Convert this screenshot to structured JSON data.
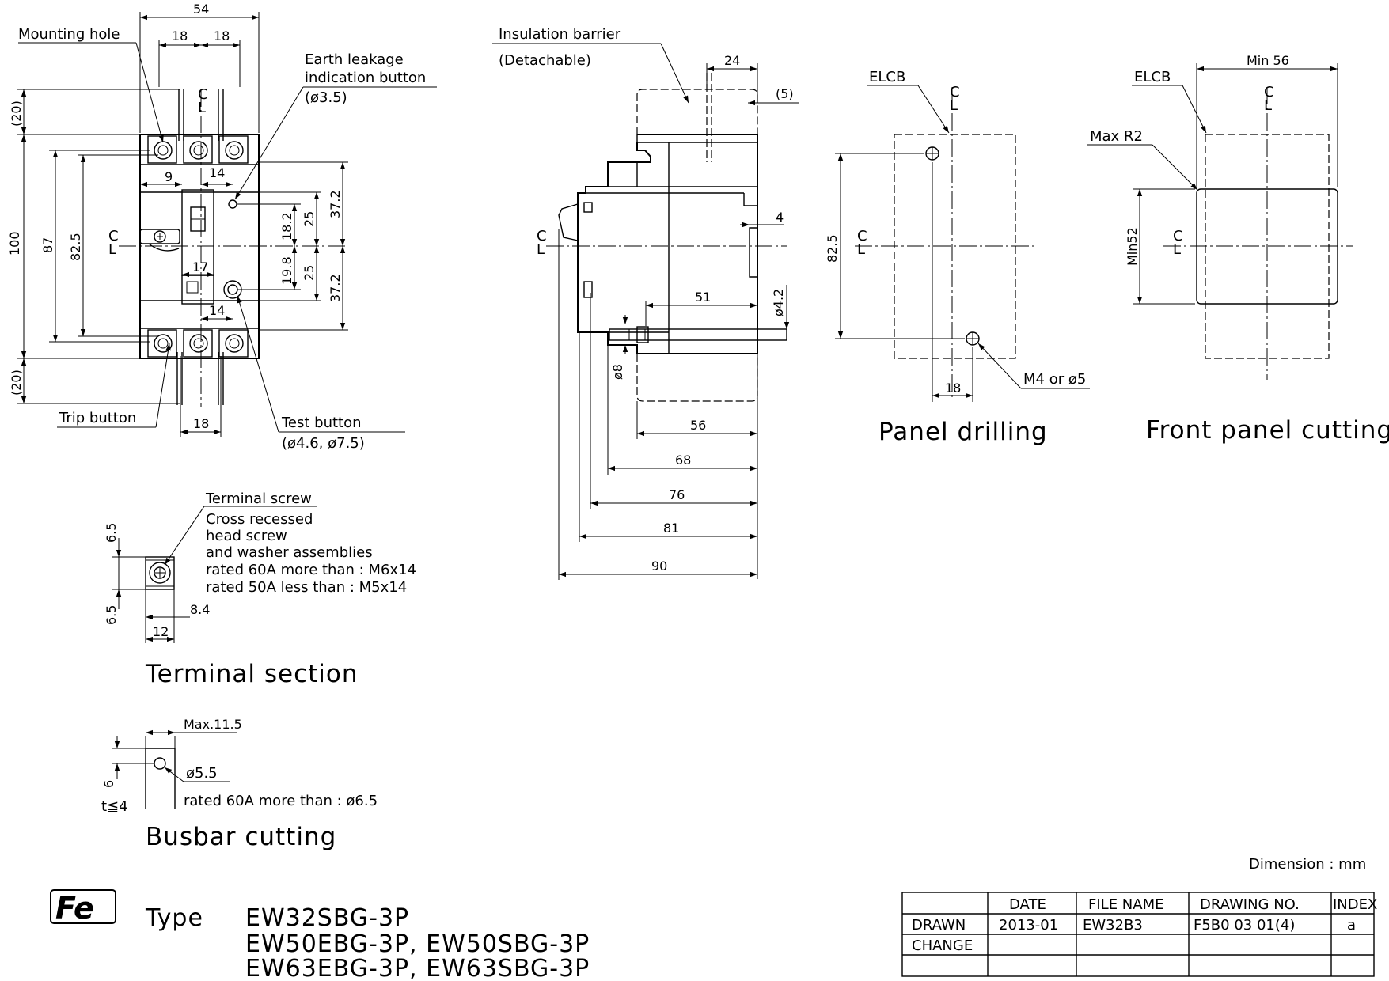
{
  "front_view": {
    "dims": {
      "width": "54",
      "pole_left": "18",
      "pole_right": "18",
      "top_ext": "(20)",
      "bottom_ext": "(20)",
      "height_100": "100",
      "height_87": "87",
      "height_825": "82.5",
      "gap_9": "9",
      "pitch_14_top": "14",
      "handle_17": "17",
      "pitch_14_bot": "14",
      "v_182": "18.2",
      "v_198": "19.8",
      "v_25_top": "25",
      "v_25_bot": "25",
      "v_372_top": "37.2",
      "v_372_bot": "37.2",
      "bottom_18": "18"
    },
    "labels": {
      "mounting_hole": "Mounting hole",
      "earth_leakage_1": "Earth leakage",
      "earth_leakage_2": "indication button",
      "earth_leakage_3": "(ø3.5)",
      "trip_button": "Trip button",
      "test_button_1": "Test button",
      "test_button_2": "(ø4.6, ø7.5)"
    }
  },
  "side_view": {
    "labels": {
      "insulation_1": "Insulation barrier",
      "insulation_2": "(Detachable)"
    },
    "dims": {
      "d24": "24",
      "d5": "(5)",
      "d4": "4",
      "d51": "51",
      "d42": "ø4.2",
      "d8": "ø8",
      "d56": "56",
      "d68": "68",
      "d76": "76",
      "d81": "81",
      "d90": "90"
    }
  },
  "panel_drilling": {
    "title": "Panel drilling",
    "elcb": "ELCB",
    "d825": "82.5",
    "d18": "18",
    "hole_note": "M4 or ø5"
  },
  "front_panel_cutting": {
    "title": "Front panel cutting",
    "elcb": "ELCB",
    "min56": "Min 56",
    "maxr2": "Max R2",
    "min52": "Min52"
  },
  "terminal_section": {
    "title": "Terminal section",
    "d65_top": "6.5",
    "d65_bot": "6.5",
    "d84": "8.4",
    "d12": "12",
    "notes": [
      "Terminal screw",
      "Cross recessed",
      "head screw",
      "and washer assemblies",
      "rated 60A more than : M6x14",
      "rated 50A less than : M5x14"
    ]
  },
  "busbar_cutting": {
    "title": "Busbar cutting",
    "max115": "Max.11.5",
    "d6": "6",
    "t4": "t≦4",
    "d55": "ø5.5",
    "note": "rated 60A more than : ø6.5"
  },
  "centerline": "C\nL",
  "dimension_unit": "Dimension : mm",
  "type_block": {
    "logo": "Fe",
    "type_label": "Type",
    "lines": [
      "EW32SBG-3P",
      "EW50EBG-3P, EW50SBG-3P",
      "EW63EBG-3P, EW63SBG-3P"
    ]
  },
  "title_block": {
    "headers": [
      "",
      "DATE",
      "FILE NAME",
      "DRAWING NO.",
      "INDEX"
    ],
    "rows": [
      [
        "DRAWN",
        "2013-01",
        "EW32B3",
        "F5B0 03 01(4)",
        "a"
      ],
      [
        "CHANGE",
        "",
        "",
        "",
        ""
      ],
      [
        "",
        "",
        "",
        "",
        ""
      ]
    ]
  }
}
